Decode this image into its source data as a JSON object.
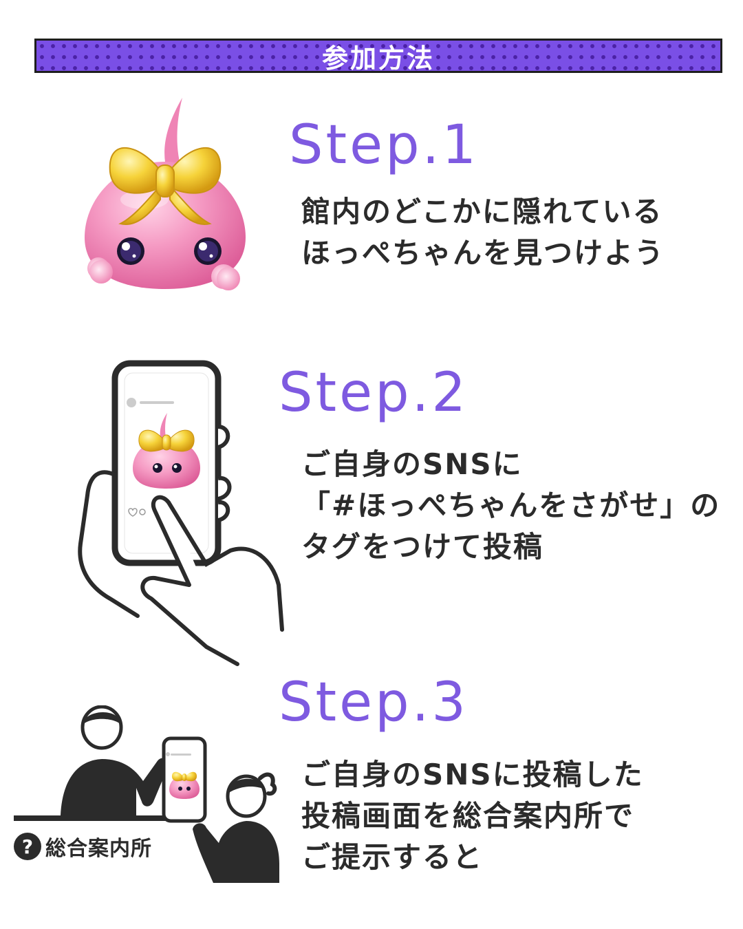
{
  "header": {
    "title": "参加方法"
  },
  "steps": [
    {
      "heading": "Step.1",
      "lines": [
        "館内のどこかに隠れている",
        "ほっぺちゃんを見つけよう"
      ]
    },
    {
      "heading": "Step.2",
      "lines": [
        "ご自身のSNSに",
        "「#ほっぺちゃんをさがせ」の",
        "タグをつけて投稿"
      ]
    },
    {
      "heading": "Step.3",
      "lines": [
        "ご自身のSNSに投稿した",
        "投稿画面を総合案内所で",
        "ご提示すると"
      ]
    }
  ],
  "info_desk": {
    "icon": "?",
    "label": "総合案内所"
  },
  "icons": {
    "step1": "character-icon",
    "step2": "phone-hand-icon",
    "step3": "info-desk-scene-icon"
  },
  "colors": {
    "accent": "#7e5ae0",
    "banner": "#7a4fe6",
    "text": "#2b2b2b",
    "character_pink": "#f29bc0",
    "ribbon_gold": "#f5d232"
  }
}
